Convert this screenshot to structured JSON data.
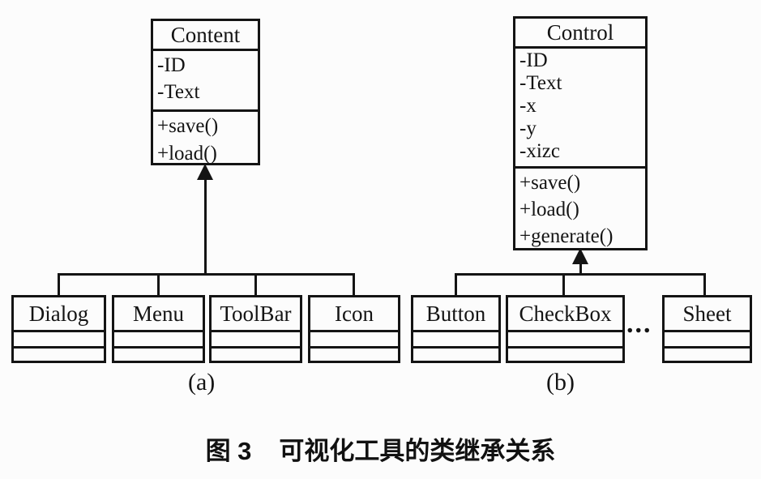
{
  "figure": {
    "caption_prefix": "图 3",
    "caption_text": "可视化工具的类继承关系"
  },
  "colors": {
    "line": "#141414",
    "background": "#fcfcfc"
  },
  "diagram_a": {
    "label": "(a)",
    "parent_class": {
      "name": "Content",
      "attributes": [
        "-ID",
        "-Text"
      ],
      "methods": [
        "+save()",
        "+load()"
      ]
    },
    "subclasses": [
      "Dialog",
      "Menu",
      "ToolBar",
      "Icon"
    ]
  },
  "diagram_b": {
    "label": "(b)",
    "parent_class": {
      "name": "Control",
      "attributes": [
        "-ID",
        "-Text",
        "-x",
        "-y",
        "-xizc"
      ],
      "methods": [
        "+save()",
        "+load()",
        "+generate()"
      ]
    },
    "subclasses": [
      "Button",
      "CheckBox",
      "Sheet"
    ],
    "ellipsis": "..."
  }
}
